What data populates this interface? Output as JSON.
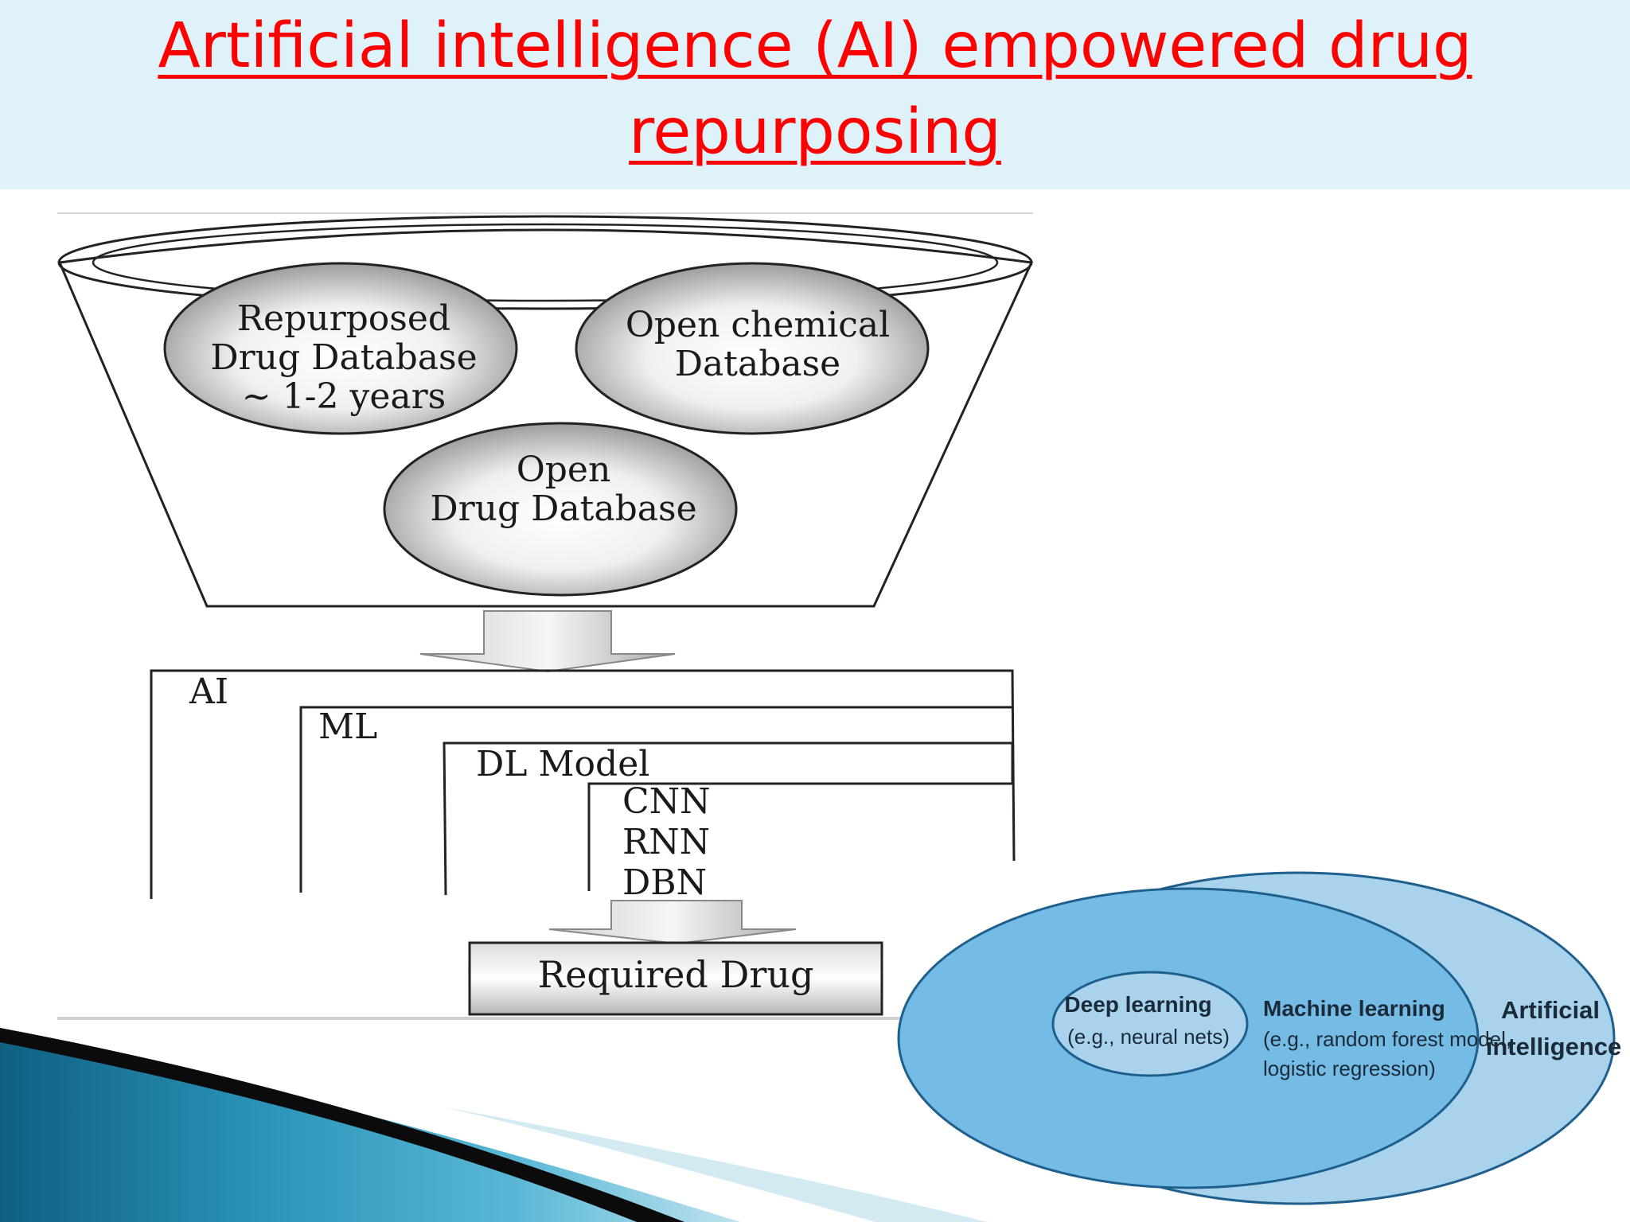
{
  "slide": {
    "title": "Artificial intelligence (AI) empowered drug repurposing"
  },
  "funnel": {
    "databases": [
      {
        "lines": [
          "Repurposed",
          "Drug Database",
          "~ 1-2 years"
        ]
      },
      {
        "lines": [
          "Open chemical",
          "Database"
        ]
      },
      {
        "lines": [
          "Open",
          "Drug Database"
        ]
      }
    ],
    "hierarchy": {
      "ai": "AI",
      "ml": "ML",
      "dl": "DL Model",
      "models": [
        "CNN",
        "RNN",
        "DBN"
      ]
    },
    "output": "Required Drug"
  },
  "venn": {
    "outer": {
      "line1": "Artificial",
      "line2": "intelligence"
    },
    "middle": {
      "title": "Machine learning",
      "line1": "(e.g., random forest model,",
      "line2": "logistic regression)"
    },
    "inner": {
      "title": "Deep learning",
      "line1": "(e.g., neural nets)"
    },
    "colors": {
      "outer": "#a9d3ec",
      "middle": "#74bbe6",
      "inner": "#a9d3ec",
      "stroke": "#1f5f8e"
    }
  }
}
